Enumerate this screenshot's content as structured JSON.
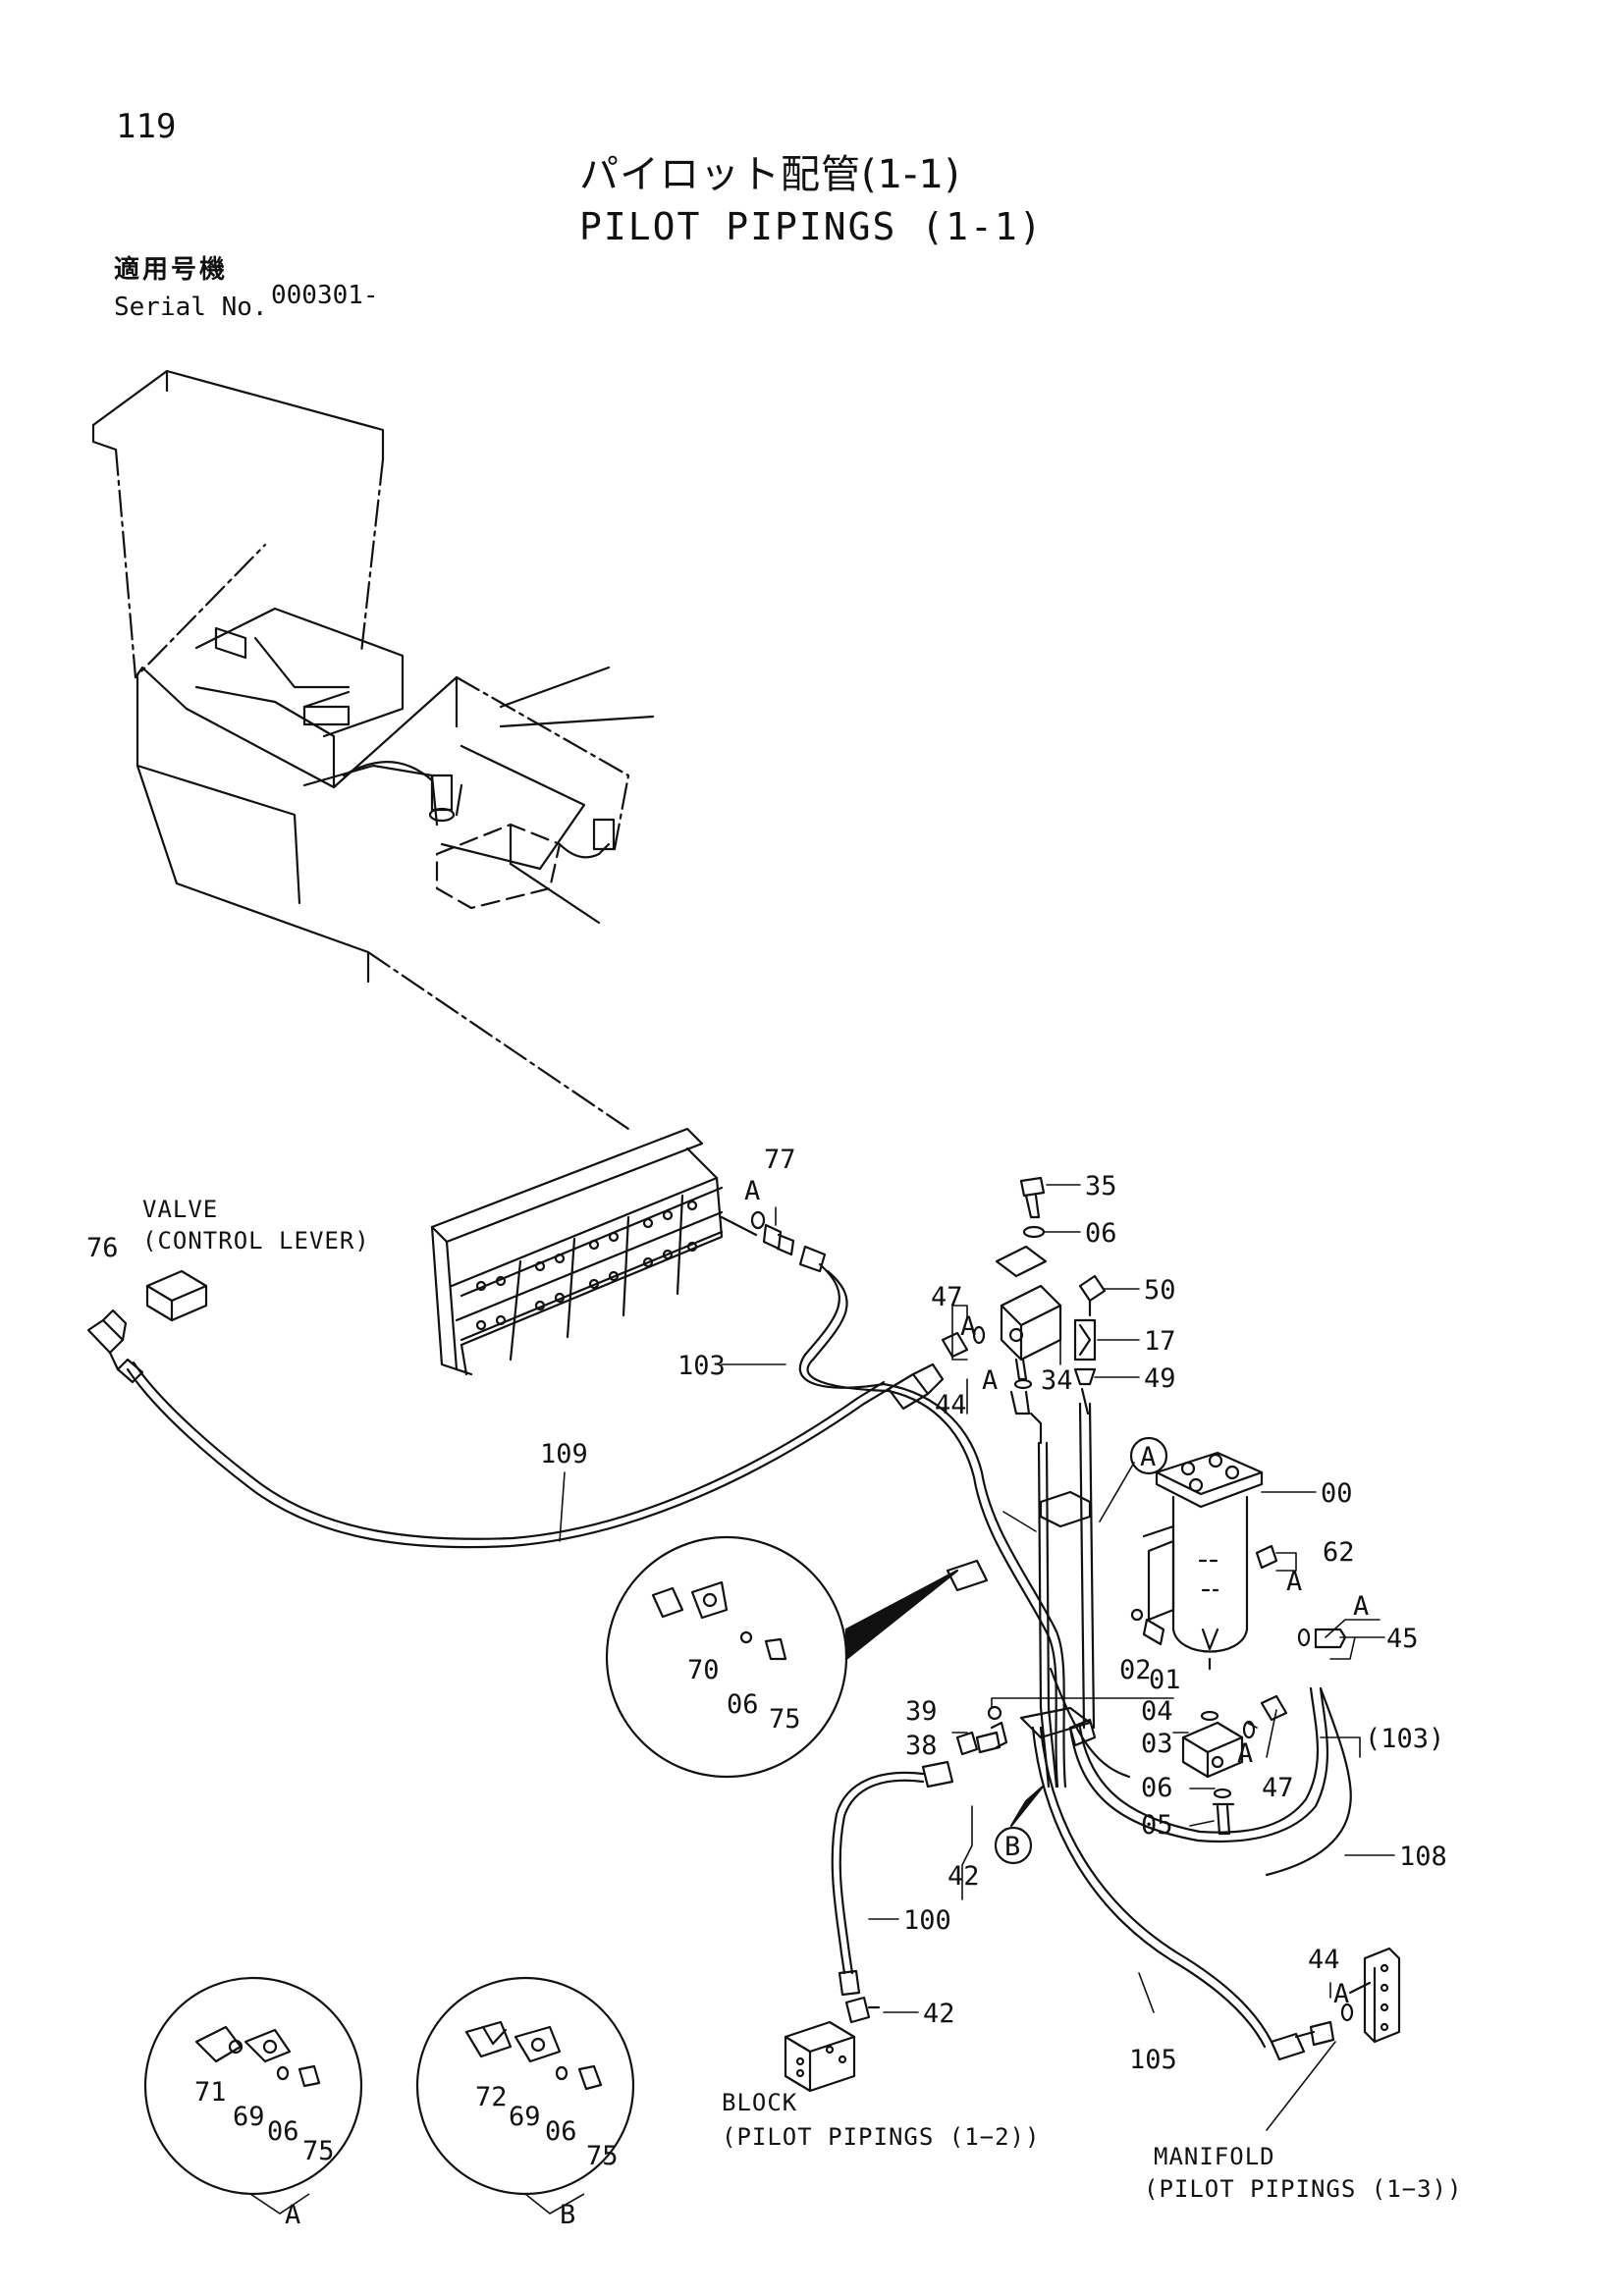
{
  "header": {
    "page_number": "119",
    "title_jp": "パイロット配管(1-1)",
    "title_en": "PILOT PIPINGS (1-1)",
    "serial_label_jp": "適用号機",
    "serial_label_en": "Serial No.",
    "serial_value": "000301-"
  },
  "notes": {
    "valve_line1": "VALVE",
    "valve_line2": "(CONTROL LEVER)",
    "block_line1": "BLOCK",
    "block_line2": "(PILOT PIPINGS (1−2))",
    "manifold_line1": "MANIFOLD",
    "manifold_line2": "(PILOT PIPINGS (1−3))"
  },
  "callouts": {
    "c77": "77",
    "cA_77": "A",
    "c76": "76",
    "c35": "35",
    "c06_top": "06",
    "c50": "50",
    "c17": "17",
    "c49": "49",
    "c47_top": "47",
    "cA_47": "A",
    "c34": "34",
    "cA_44": "A",
    "c44_top": "44",
    "c103": "103",
    "c109": "109",
    "circleA": "A",
    "c00": "00",
    "c62": "62",
    "cA_62": "A",
    "cA_45": "A",
    "c45": "45",
    "c02": "02",
    "c01": "01",
    "c39": "39",
    "c38": "38",
    "c42_top": "42",
    "circleB": "B",
    "c04": "04",
    "c03": "03",
    "cA_47b": "A",
    "c47_low": "47",
    "c06_low": "06",
    "c05": "05",
    "c103p": "(103)",
    "c108": "108",
    "c100": "100",
    "c42_low": "42",
    "c105": "105",
    "c44_low": "44",
    "cA_44b": "A",
    "d_70": "70",
    "d_06": "06",
    "d_75": "75",
    "a_71": "71",
    "a_69": "69",
    "a_06": "06",
    "a_75": "75",
    "a_mark": "A",
    "b_72": "72",
    "b_69": "69",
    "b_06": "06",
    "b_75": "75",
    "b_mark": "B"
  }
}
